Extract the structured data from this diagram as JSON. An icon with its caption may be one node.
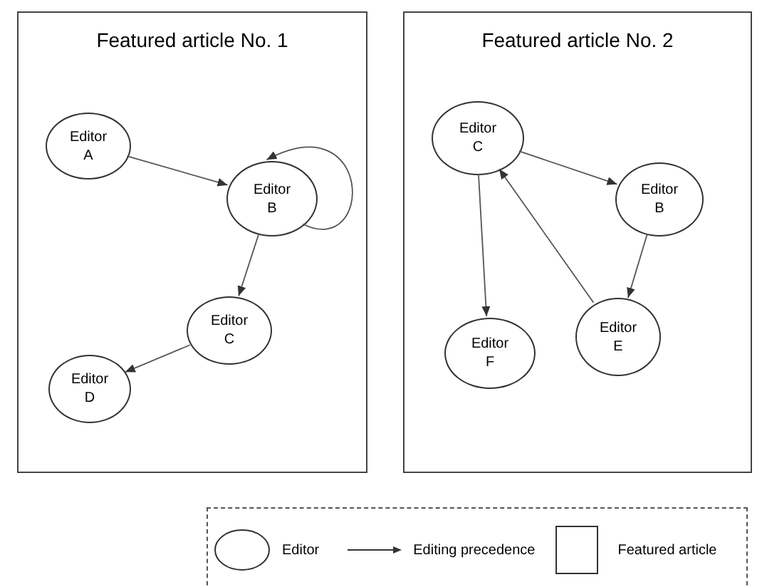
{
  "diagram": {
    "nodes": [
      {
        "text": [
          "Featured article No. 1"
        ]
      },
      {
        "text": [
          "Editor A"
        ],
        "in": 0
      },
      {
        "text": [
          "Editor B"
        ],
        "in": 0
      },
      {
        "text": [
          "Editor C"
        ],
        "in": 0
      },
      {
        "text": [
          "Editor D"
        ],
        "in": 0
      },
      {
        "text": [
          "Featured article No. 2"
        ]
      },
      {
        "text": [
          "Editor C"
        ],
        "in": 5
      },
      {
        "text": [
          "Editor B"
        ],
        "in": 5
      },
      {
        "text": [
          "Editor E"
        ],
        "in": 5
      },
      {
        "text": [
          "Editor F"
        ],
        "in": 5
      }
    ],
    "edges": [
      {
        "from": 1,
        "to": 2,
        "arrow": "to"
      },
      {
        "from": 2,
        "to": 2,
        "arrow": "to"
      },
      {
        "from": 2,
        "to": 3,
        "arrow": "to"
      },
      {
        "from": 3,
        "to": 4,
        "arrow": "to"
      },
      {
        "from": 6,
        "to": 7,
        "arrow": "to"
      },
      {
        "from": 7,
        "to": 8,
        "arrow": "to"
      },
      {
        "from": 8,
        "to": 6,
        "arrow": "to"
      },
      {
        "from": 6,
        "to": 9,
        "arrow": "to"
      }
    ],
    "legend": [
      {
        "text": "Editor"
      },
      {
        "text": "Editing precedence"
      },
      {
        "text": "Featured article"
      }
    ]
  }
}
